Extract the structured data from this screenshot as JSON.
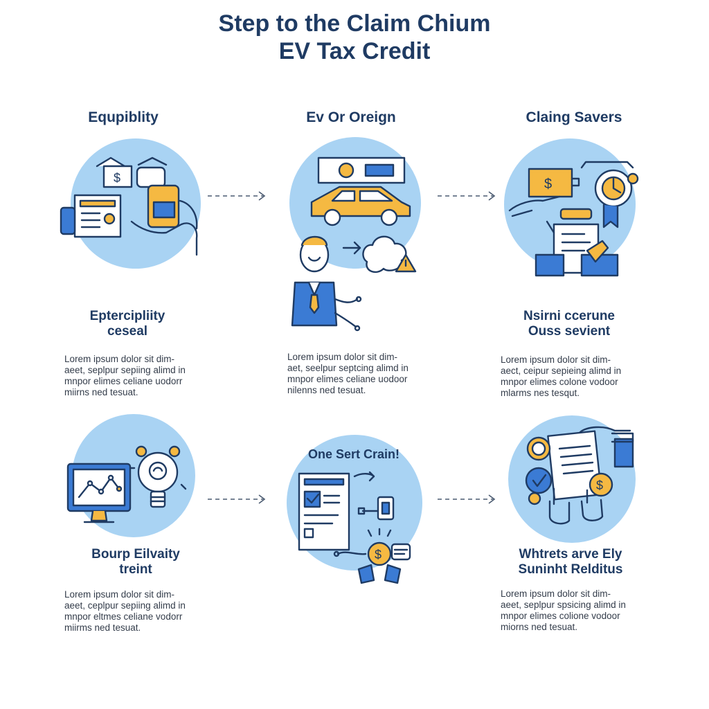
{
  "title": {
    "line1": "Step to the Claim Chium",
    "line2": "EV Tax Credit"
  },
  "steps": [
    {
      "heading": "Equpiblity",
      "subheading": [
        "Eptercipliity",
        "ceseal"
      ],
      "body": [
        "Lorem ipsum dolor sit dim-",
        "aeet, seplpur sepiing alimd in",
        "mnpor elimes celiane uodorr",
        "miirns ned tesuat."
      ]
    },
    {
      "heading": "Ev Or Oreign",
      "body": [
        "Lorem ipsum dolor sit dim-",
        "aet, seelpur septcing alimd in",
        "mnpor elimes celiane uodoor",
        "nilenns ned tesuat."
      ]
    },
    {
      "heading": "Claing Savers",
      "subheading": [
        "Nsirni ccerune",
        "Ouss sevient"
      ],
      "body": [
        "Lorem ipsum dolor sit dim-",
        "aect, ceipur sepieing alimd in",
        "mnpor elimes colone vodoor",
        "mlarms nes tesqut."
      ]
    },
    {
      "subheading": [
        "Bourp Eilvaity",
        "treint"
      ],
      "body": [
        "Lorem ipsum dolor sit dim-",
        "aeet, ceplpur sepiing alimd in",
        "mnpor eltmes celiane vodorr",
        "miirms ned tesuat."
      ]
    },
    {
      "inner_label": "One Sert Crain!"
    },
    {
      "subheading": [
        "Whtrets arve Ely",
        "Suninht Relditus"
      ],
      "body": [
        "Lorem ipsum dolor sit dim-",
        "aeet, seplpur spsicing alimd in",
        "mnpor elimes colione vodoor",
        "miorns ned tesuat."
      ]
    }
  ],
  "colors": {
    "title": "#1f3b63",
    "circle": "#a9d3f3",
    "accent_yellow": "#f5b942",
    "accent_blue": "#3b7bd4",
    "outline": "#1f3b63"
  },
  "icons": [
    "money-document-icon",
    "ev-car-icon",
    "calculator-savings-icon",
    "monitor-chart-icon",
    "form-checklist-icon",
    "coin-approval-icon"
  ]
}
